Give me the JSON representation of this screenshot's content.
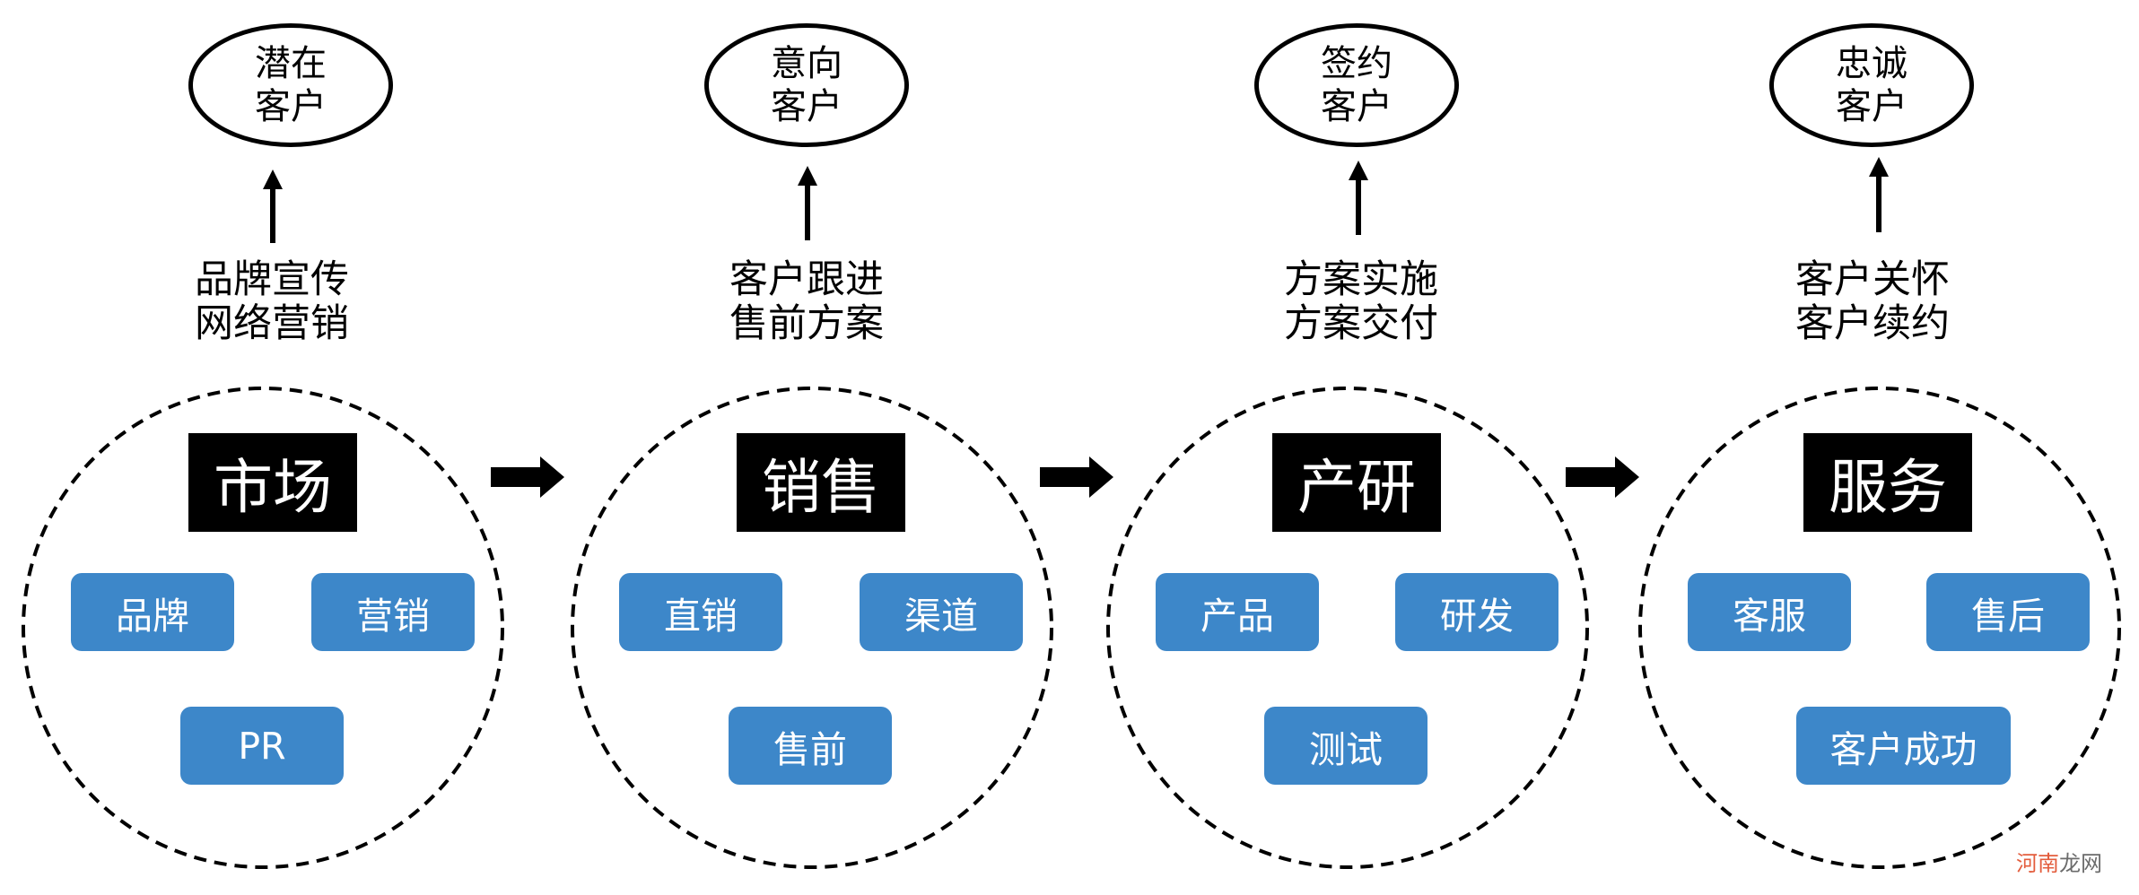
{
  "stages": [
    {
      "goal": [
        "潜在",
        "客户"
      ],
      "activities": [
        "品牌宣传",
        "网络营销"
      ],
      "title": "市场",
      "items": [
        "品牌",
        "营销",
        "PR"
      ]
    },
    {
      "goal": [
        "意向",
        "客户"
      ],
      "activities": [
        "客户跟进",
        "售前方案"
      ],
      "title": "销售",
      "items": [
        "直销",
        "渠道",
        "售前"
      ]
    },
    {
      "goal": [
        "签约",
        "客户"
      ],
      "activities": [
        "方案实施",
        "方案交付"
      ],
      "title": "产研",
      "items": [
        "产品",
        "研发",
        "测试"
      ]
    },
    {
      "goal": [
        "忠诚",
        "客户"
      ],
      "activities": [
        "客户关怀",
        "客户续约"
      ],
      "title": "服务",
      "items": [
        "客服",
        "售后",
        "客户成功"
      ]
    }
  ],
  "watermark": {
    "accent_text": "河南",
    "text": "龙网"
  },
  "colors": {
    "pill": "#3d87c9",
    "title_bg": "#000000",
    "title_text": "#ffffff",
    "outline": "#000000",
    "watermark_accent": "#e35d3d",
    "watermark_text": "#6b6b6b"
  }
}
